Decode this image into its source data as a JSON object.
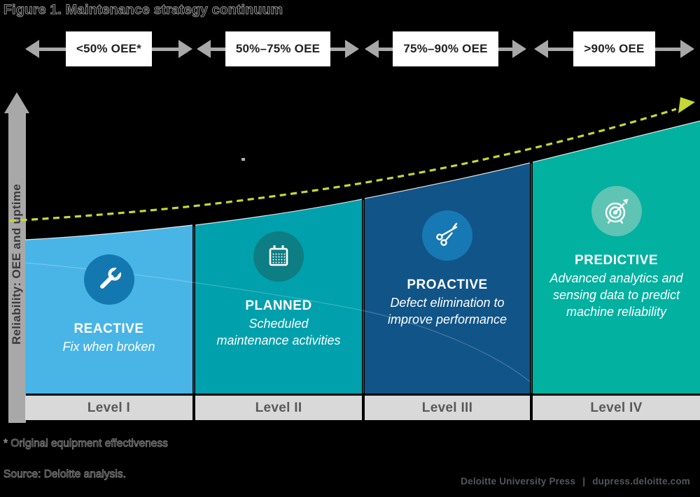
{
  "palette": {
    "background": "#000000",
    "arrow_gray": "#a8a8a8",
    "box_bg": "#ffffff",
    "box_text": "#222222",
    "level_bar_bg": "#d9d9d9",
    "level_text": "#595959",
    "trend_lime": "#c6d831",
    "axis_label_text": "#3a3a3a",
    "footer_text": "#54565a"
  },
  "title": "Figure 1. Maintenance strategy continuum",
  "oee_scale": {
    "segments": [
      "<50% OEE*",
      "50%–75% OEE",
      "75%–90% OEE",
      ">90% OEE"
    ]
  },
  "y_axis": {
    "label": "Reliability: OEE and uptime"
  },
  "trend_line": {
    "color": "#c6d831",
    "style": "dashed",
    "direction": "ascending"
  },
  "stages": [
    {
      "name": "REACTIVE",
      "description_lines": [
        "Fix when broken"
      ],
      "level": "Level I",
      "icon": "wrench-icon",
      "fill": "#49b5e7",
      "icon_bg": "#1478b0"
    },
    {
      "name": "PLANNED",
      "description_lines": [
        "Scheduled",
        "maintenance activities"
      ],
      "level": "Level II",
      "icon": "calendar-icon",
      "fill": "#00a0ad",
      "icon_bg": "#0d7e83"
    },
    {
      "name": "PROACTIVE",
      "description_lines": [
        "Defect elimination to",
        "improve performance"
      ],
      "level": "Level III",
      "icon": "scissors-icon",
      "fill": "#115487",
      "icon_bg": "#1779b3"
    },
    {
      "name": "PREDICTIVE",
      "description_lines": [
        "Advanced analytics and",
        "sensing data to predict",
        "machine reliability"
      ],
      "level": "Level IV",
      "icon": "target-icon",
      "fill": "#02b1a0",
      "icon_bg": "#5fc4b3"
    }
  ],
  "footnotes": {
    "oee_definition": "* Original equipment effectiveness",
    "source": "Source: Deloitte analysis."
  },
  "footer": {
    "publisher": "Deloitte University Press",
    "separator": "|",
    "url": "dupress.deloitte.com"
  }
}
